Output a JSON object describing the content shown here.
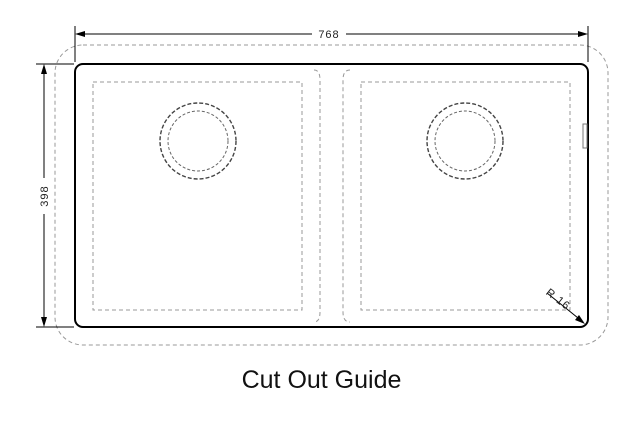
{
  "dimensions": {
    "width_label": "768",
    "height_label": "398",
    "radius_label": "R 16"
  },
  "caption": "Cut Out Guide",
  "colors": {
    "outline": "#000000",
    "dashed": "#888888",
    "dimension": "#222222"
  }
}
